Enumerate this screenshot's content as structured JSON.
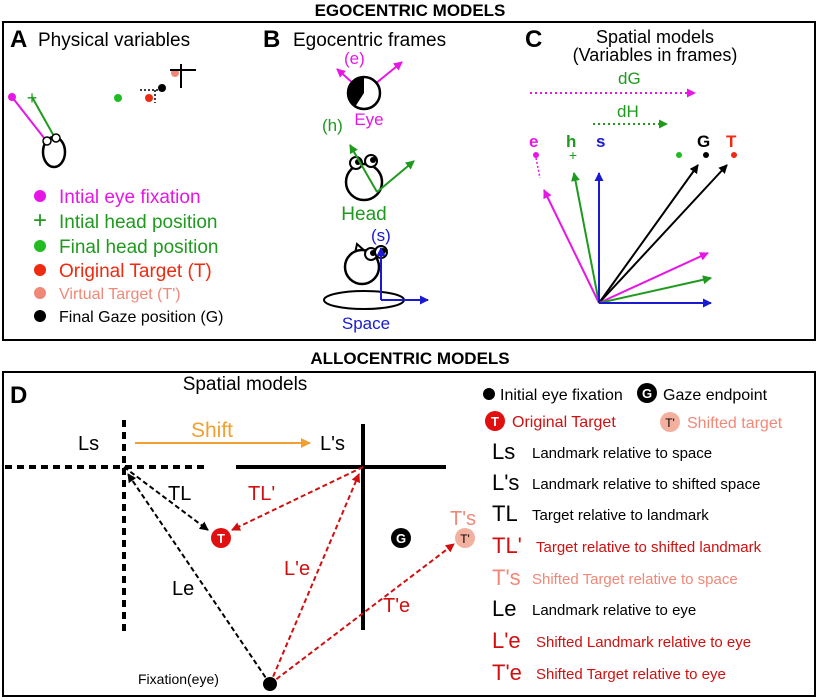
{
  "headers": {
    "egocentric": "EGOCENTRIC MODELS",
    "allocentric": "ALLOCENTRIC MODELS"
  },
  "panel_a": {
    "letter": "A",
    "title": "Physical variables",
    "legend": [
      {
        "symbol": "dot",
        "color": "#e617e6",
        "label": "Intial eye fixation"
      },
      {
        "symbol": "plus",
        "color": "#1f9a1f",
        "label": "Intial head position"
      },
      {
        "symbol": "dot",
        "color": "#22bb22",
        "label": "Final head position"
      },
      {
        "symbol": "dot",
        "color": "#ee2a10",
        "label": "Original Target (T)"
      },
      {
        "symbol": "dot",
        "color": "#f08878",
        "label": "Virtual Target (T')"
      },
      {
        "symbol": "dot",
        "color": "#000000",
        "label": "Final Gaze position (G)"
      }
    ]
  },
  "panel_b": {
    "letter": "B",
    "title": "Egocentric frames",
    "eye_axis": "(e)",
    "eye_label": "Eye",
    "head_axis": "(h)",
    "head_label": "Head",
    "space_axis": "(s)",
    "space_label": "Space"
  },
  "panel_c": {
    "letter": "C",
    "title_line1": "Spatial models",
    "title_line2": "(Variables in frames)",
    "dG": "dG",
    "dH": "dH",
    "e": "e",
    "h": "h",
    "s": "s",
    "G": "G",
    "T": "T"
  },
  "panel_d": {
    "letter": "D",
    "title": "Spatial models",
    "Ls": "Ls",
    "Lps": "L's",
    "shift": "Shift",
    "TL": "TL",
    "TLp": "TL'",
    "Lpe": "L'e",
    "Le": "Le",
    "Tps": "T's",
    "Tpe": "T'e",
    "fixation": "Fixation(eye)",
    "T_marker": "T",
    "Tp_marker": "T'",
    "G_marker": "G",
    "legend_top": [
      {
        "label": "Initial eye fixation"
      },
      {
        "label": "Gaze endpoint",
        "marker": "G"
      },
      {
        "label": "Original Target",
        "marker": "T"
      },
      {
        "label": "Shifted target",
        "marker": "T'"
      }
    ],
    "legend": [
      {
        "abbr": "Ls",
        "desc": "Landmark relative to space",
        "color": "#000000"
      },
      {
        "abbr": "L's",
        "desc": "Landmark relative to shifted space",
        "color": "#000000"
      },
      {
        "abbr": "TL",
        "desc": "Target relative to landmark",
        "color": "#000000"
      },
      {
        "abbr": "TL'",
        "desc": "Target relative to shifted landmark",
        "color": "#d01010"
      },
      {
        "abbr": "T's",
        "desc": "Shifted Target relative to space",
        "color": "#f08878"
      },
      {
        "abbr": "Le",
        "desc": "Landmark relative to eye",
        "color": "#000000"
      },
      {
        "abbr": "L'e",
        "desc": "Shifted Landmark relative to eye",
        "color": "#d01010"
      },
      {
        "abbr": "T'e",
        "desc": "Shifted Target relative to eye",
        "color": "#d01010"
      }
    ]
  }
}
